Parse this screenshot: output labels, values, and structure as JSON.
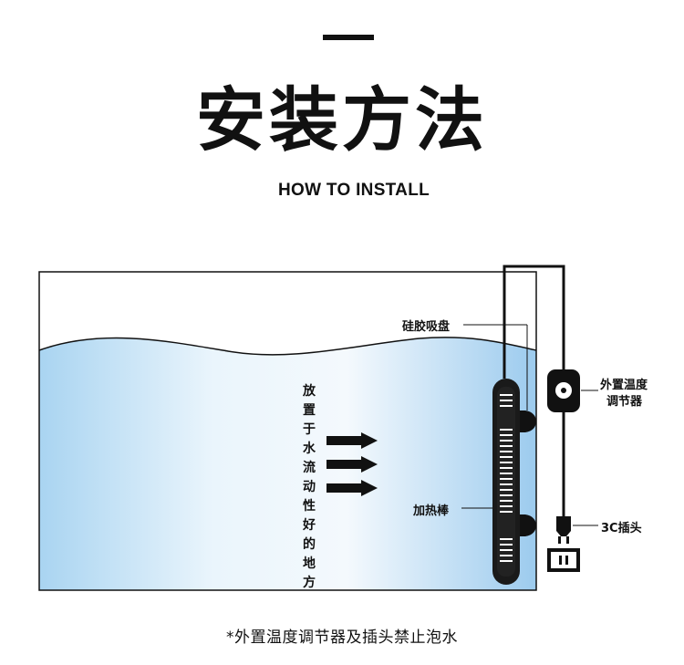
{
  "header": {
    "title": "安装方法",
    "subtitle": "HOW TO INSTALL"
  },
  "diagram": {
    "placement_text": "放置于水流动性好的地方",
    "suction_cup_label": "硅胶吸盘",
    "heater_rod_label": "加热棒",
    "controller_label_line1": "外置温度",
    "controller_label_line2": "调节器",
    "plug_label": "3C插头",
    "colors": {
      "water_light": "#e8f4fc",
      "water_deep": "#9dcdee",
      "ink": "#111111"
    }
  },
  "footer": {
    "note": "*外置温度调节器及插头禁止泡水"
  }
}
